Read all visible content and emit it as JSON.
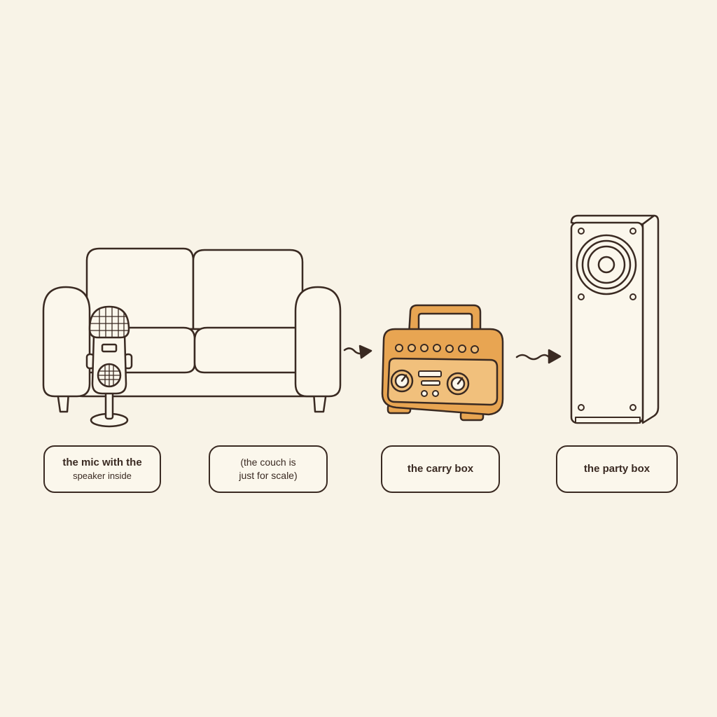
{
  "labels": {
    "mic": {
      "line1": "the mic with the",
      "line2": "speaker inside"
    },
    "couch": {
      "line1": "(the couch is",
      "line2": "just for scale)"
    },
    "carry": {
      "text": "the carry box"
    },
    "party": {
      "text": "the party box"
    }
  },
  "colors": {
    "background": "#f8f3e7",
    "ink": "#3a2a22",
    "carry_box_fill": "#e8a552",
    "carry_box_face": "#f1c07c"
  },
  "icons": [
    "couch-icon",
    "microphone-icon",
    "carry-box-icon",
    "party-box-icon",
    "arrow-right-icon"
  ]
}
